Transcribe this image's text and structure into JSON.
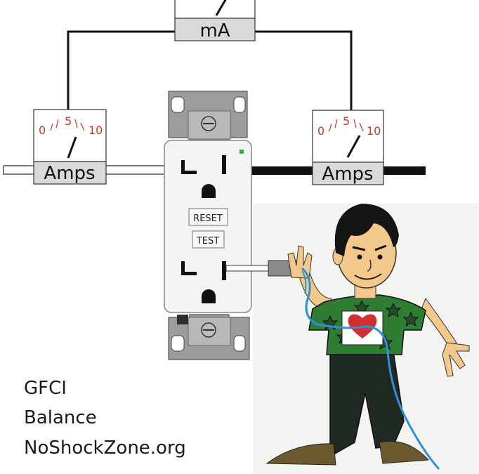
{
  "milliammeter": {
    "label": "mA"
  },
  "left_ammeter": {
    "label": "Amps",
    "scale_min": "0",
    "scale_mid": "5",
    "scale_max": "10"
  },
  "right_ammeter": {
    "label": "Amps",
    "scale_min": "0",
    "scale_mid": "5",
    "scale_max": "10"
  },
  "outlet": {
    "reset_label": "RESET",
    "test_label": "TEST"
  },
  "captions": {
    "line1": "GFCI",
    "line2": "Balance",
    "line3": "NoShockZone.org"
  },
  "colors": {
    "hot_wire": "#111111",
    "neutral_wire": "#ffffff",
    "body_wire": "#2f8fd8",
    "outlet_face": "#f4f4f2",
    "mounting_strap": "#9a9a9a",
    "shirt": "#2e7d32",
    "heart": "#d32f2f",
    "pants": "#1f2a22",
    "skin": "#f2c98a",
    "hair": "#151515",
    "meter_scale": "#c0392b"
  }
}
